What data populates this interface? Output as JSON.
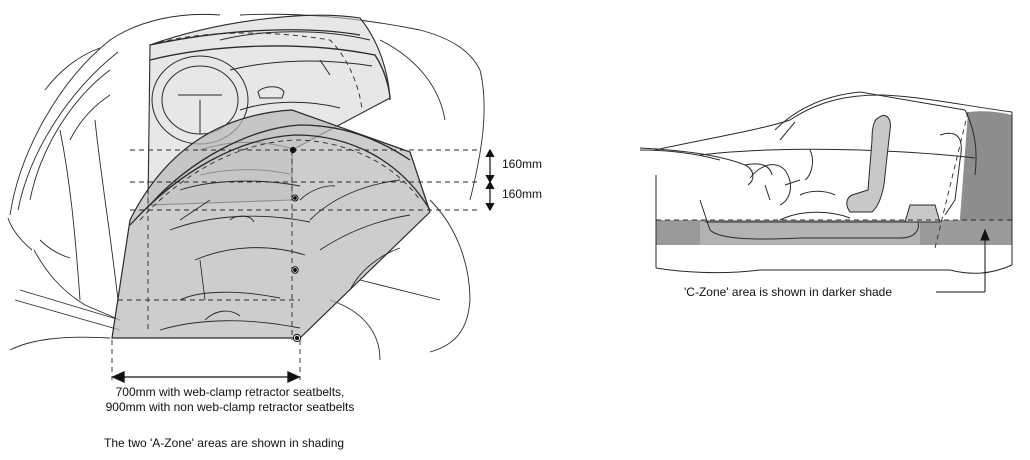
{
  "figure_a": {
    "dim_upper": "160mm",
    "dim_lower": "160mm",
    "width_note_line1": "700mm with web-clamp retractor seatbelts,",
    "width_note_line2": "900mm with non web-clamp retractor seatbelts",
    "caption": "The two 'A-Zone' areas are shown in shading"
  },
  "figure_c": {
    "caption": "'C-Zone' area is shown in darker shade"
  },
  "colors": {
    "line": "#2a2a2a",
    "a_zone_shade": "#b8b8b8",
    "c_zone_shade": "#8e8e8e",
    "seat_shade": "#c8c8c8"
  }
}
